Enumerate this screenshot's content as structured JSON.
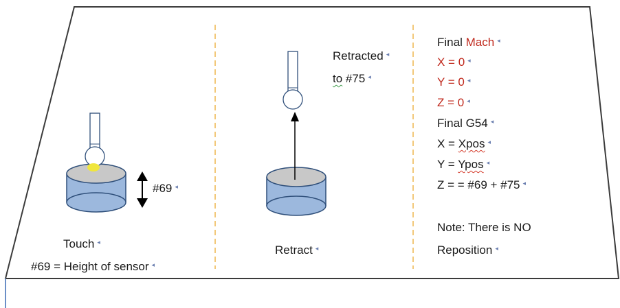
{
  "colors": {
    "border": "#3b3b3b",
    "divider": "#f2c879",
    "cylinder_top": "#c8c8c8",
    "cylinder_body": "#9cb8dd",
    "cylinder_stroke": "#2f4f7a",
    "probe_tip": "#f0e63c",
    "red_text": "#c0291d",
    "base_line": "#6b8fc7"
  },
  "touch_panel": {
    "dimension_label": "#69",
    "caption": "Touch",
    "note": "#69 = Height of sensor"
  },
  "retract_panel": {
    "label_line1": "Retracted",
    "label_line2_a": "to",
    "label_line2_b": " #75",
    "caption": "Retract"
  },
  "final_panel": {
    "mach_prefix": "Final ",
    "mach_word": "Mach",
    "mach_x": "X = 0",
    "mach_y": "Y = 0",
    "mach_z": "Z = 0",
    "g54_title": "Final G54",
    "g54_x_prefix": "X = ",
    "g54_x_value": "Xpos",
    "g54_y_prefix": "Y = ",
    "g54_y_value": "Ypos",
    "g54_z": "Z = = #69 + #75",
    "note_line1": "Note: There is NO",
    "note_line2": "Reposition"
  }
}
